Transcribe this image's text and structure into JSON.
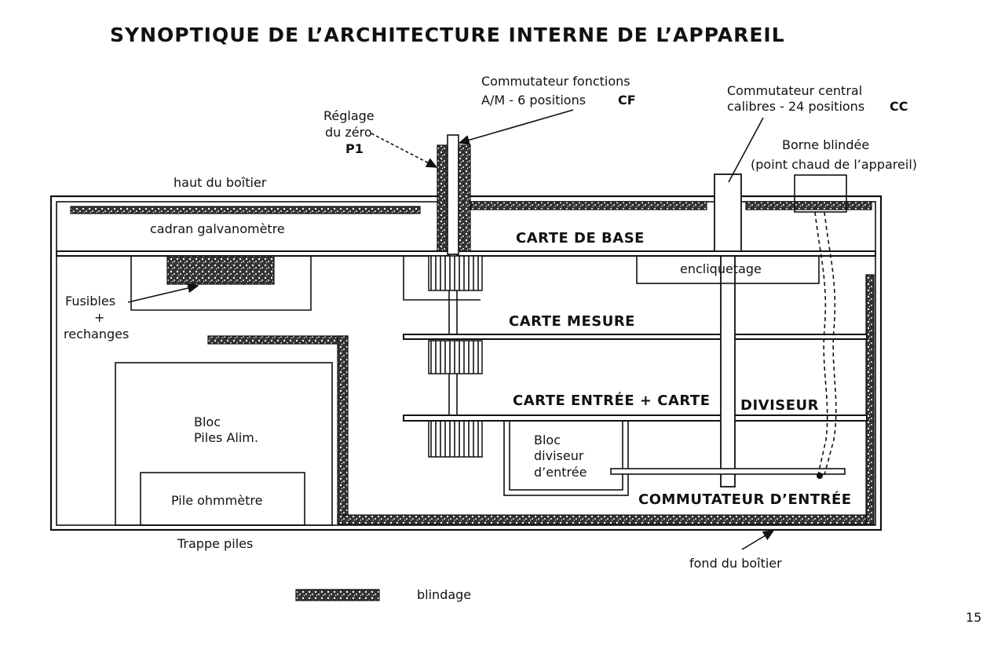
{
  "title": "SYNOPTIQUE DE L’ARCHITECTURE INTERNE DE L’APPAREIL",
  "page_number": "15",
  "labels": {
    "cf_line1": "Commutateur fonctions",
    "cf_line2": "A/M - 6 positions",
    "cf_code": "CF",
    "cc_line1": "Commutateur central",
    "cc_line2": "calibres - 24 positions",
    "cc_code": "CC",
    "zero_line1": "Réglage",
    "zero_line2": "du zéro",
    "zero_code": "P1",
    "borne_line1": "Borne blindée",
    "borne_line2": "(point chaud de l’appareil)",
    "haut": "haut du boîtier",
    "cadran": "cadran galvanomètre",
    "carte_base": "CARTE DE BASE",
    "encliquetage": "encliquetage",
    "fusibles_line1": "Fusibles",
    "fusibles_line2": "+",
    "fusibles_line3": "rechanges",
    "carte_mesure": "CARTE MESURE",
    "carte_entree": "CARTE ENTRÉE + CARTE",
    "diviseur": "DIVISEUR",
    "bloc_piles_line1": "Bloc",
    "bloc_piles_line2": "Piles Alim.",
    "bloc_div_line1": "Bloc",
    "bloc_div_line2": "diviseur",
    "bloc_div_line3": "d’entrée",
    "pile_ohm": "Pile ohmmètre",
    "comm_entree": "COMMUTATEUR D’ENTRÉE",
    "trappe": "Trappe piles",
    "fond": "fond du boîtier"
  },
  "legend": {
    "blindage": "blindage"
  }
}
